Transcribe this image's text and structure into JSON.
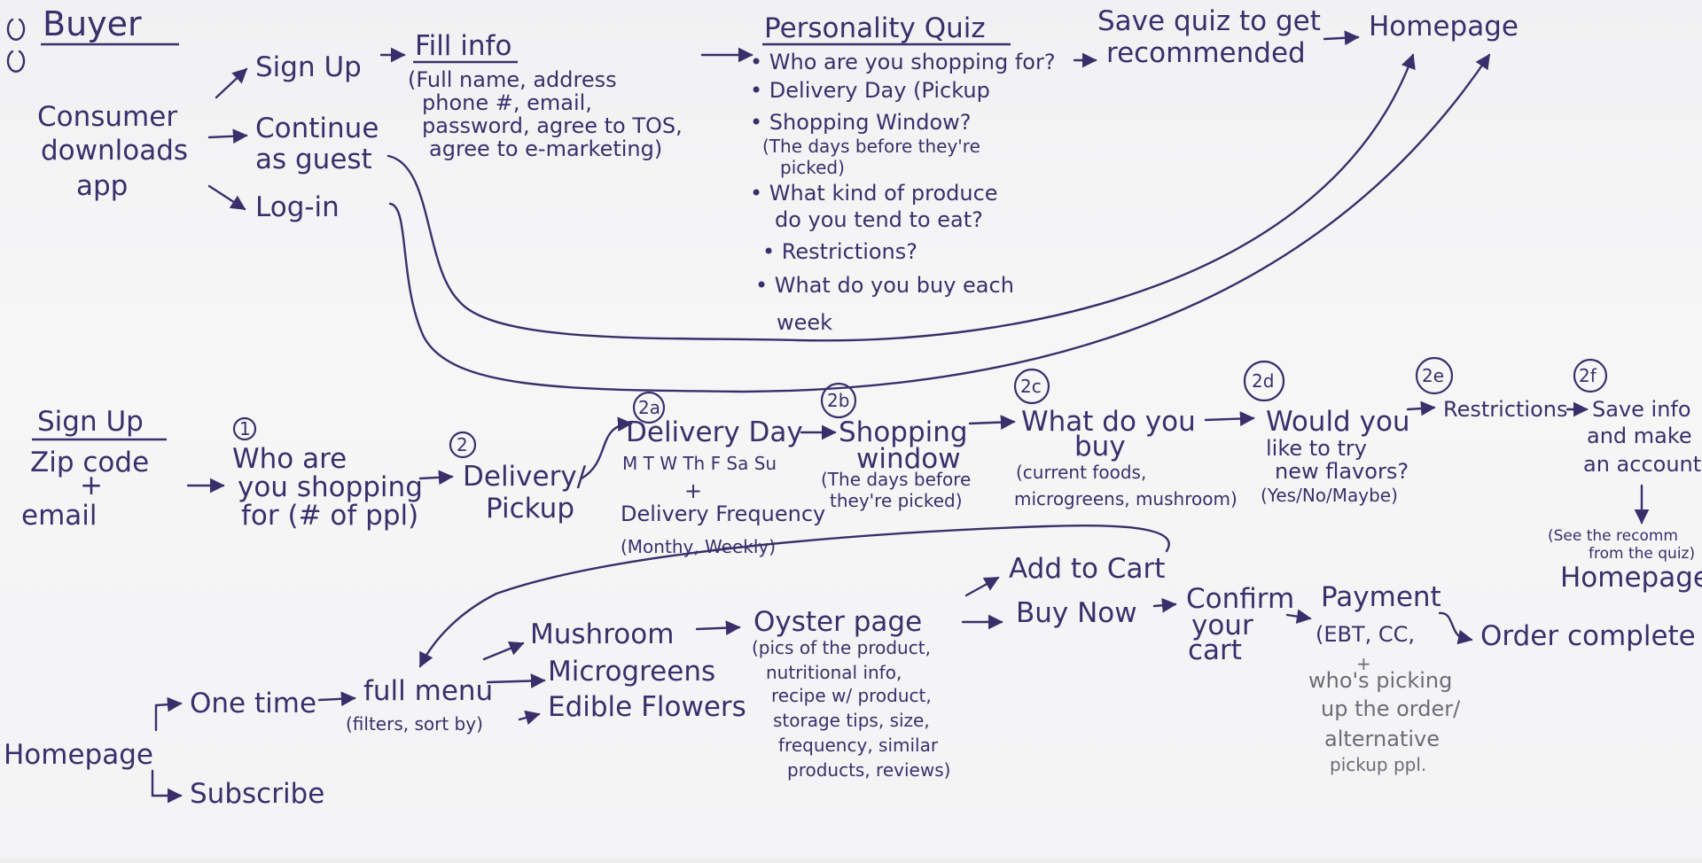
{
  "title": "Buyer",
  "top_flow": {
    "consumer": [
      "Consumer",
      "downloads",
      "app"
    ],
    "sign_up": "Sign Up",
    "continue_guest": [
      "Continue",
      "as guest"
    ],
    "log_in": "Log-in",
    "fill_info": {
      "heading": "Fill info",
      "lines": [
        "(Full name, address",
        "phone #, email,",
        "password, agree to TOS,",
        "agree to e-marketing)"
      ]
    },
    "quiz": {
      "heading": "Personality Quiz",
      "lines": [
        "• Who are you shopping for?",
        "• Delivery Day (Pickup",
        "• Shopping Window?",
        "(The days before they're",
        "picked)",
        "• What kind of produce",
        "do you tend to eat?",
        "• Restrictions?",
        "• What do you buy each",
        "week"
      ]
    },
    "save_quiz": [
      "Save quiz to get",
      "recommended"
    ],
    "homepage": "Homepage"
  },
  "signup_flow": {
    "heading": "Sign Up",
    "zip": [
      "Zip code",
      "+",
      "email"
    ],
    "step1": {
      "num": "1",
      "lines": [
        "Who are",
        "you shopping",
        "for (# of ppl)"
      ]
    },
    "step2": {
      "num": "2",
      "lines": [
        "Delivery/",
        "Pickup"
      ]
    },
    "step2a": {
      "num": "2a",
      "title": "Delivery Day",
      "days": "M T W Th F Sa Su",
      "plus": "+",
      "freq": "Delivery Frequency",
      "freq_sub": "(Monthy, Weekly)"
    },
    "step2b": {
      "num": "2b",
      "lines": [
        "Shopping",
        "window",
        "(The days before",
        "they're picked)"
      ]
    },
    "step2c": {
      "num": "2c",
      "lines": [
        "What do you",
        "buy",
        "(current foods,",
        "microgreens, mushroom)"
      ]
    },
    "step2d": {
      "num": "2d",
      "lines": [
        "Would you",
        "like to try",
        "new flavors?",
        "(Yes/No/Maybe)"
      ]
    },
    "step2e": {
      "num": "2e",
      "label": "Restrictions"
    },
    "step2f": {
      "num": "2f",
      "lines": [
        "Save info",
        "and make",
        "an account"
      ]
    },
    "see_recomm": [
      "(See the recomm",
      "from the quiz)"
    ],
    "homepage": "Homepage"
  },
  "shop_flow": {
    "homepage": "Homepage",
    "one_time": "One time",
    "subscribe": "Subscribe",
    "full_menu": "full menu",
    "full_menu_sub": "(filters, sort by)",
    "mushroom": "Mushroom",
    "microgreens": "Microgreens",
    "edible_flowers": "Edible Flowers",
    "oyster": {
      "title": "Oyster page",
      "lines": [
        "(pics of the product,",
        "nutritional info,",
        "recipe w/ product,",
        "storage tips, size,",
        "frequency, similar",
        "products, reviews)"
      ]
    },
    "add_to_cart": "Add to Cart",
    "buy_now": "Buy Now",
    "confirm": [
      "Confirm",
      "your",
      "cart"
    ],
    "payment": {
      "title": "Payment",
      "sub": "(EBT, CC,",
      "plus": "+",
      "note": [
        "who's picking",
        "up the order/",
        "alternative",
        "pickup ppl."
      ]
    },
    "order_complete": "Order complete"
  },
  "colors": {
    "ink": "#3a2f6b",
    "pencil": "#6c6b78",
    "paper": "#f3f3f5"
  }
}
